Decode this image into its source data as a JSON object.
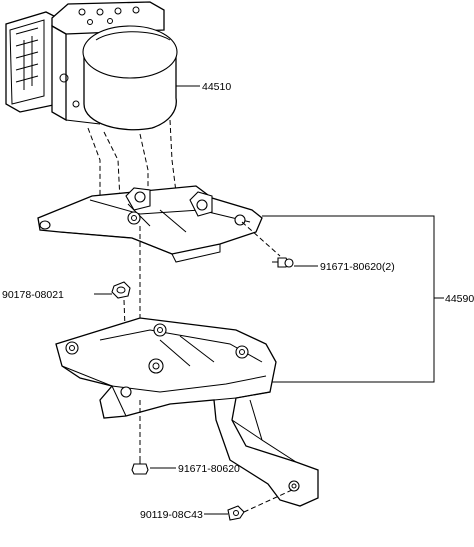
{
  "labels": {
    "actuator": "44510",
    "bracket_assy": "44590",
    "bolt_upper": "91671-80620(2)",
    "nut": "90178-08021",
    "bolt_lower": "91671-80620",
    "bolt_small": "90119-08C43"
  }
}
